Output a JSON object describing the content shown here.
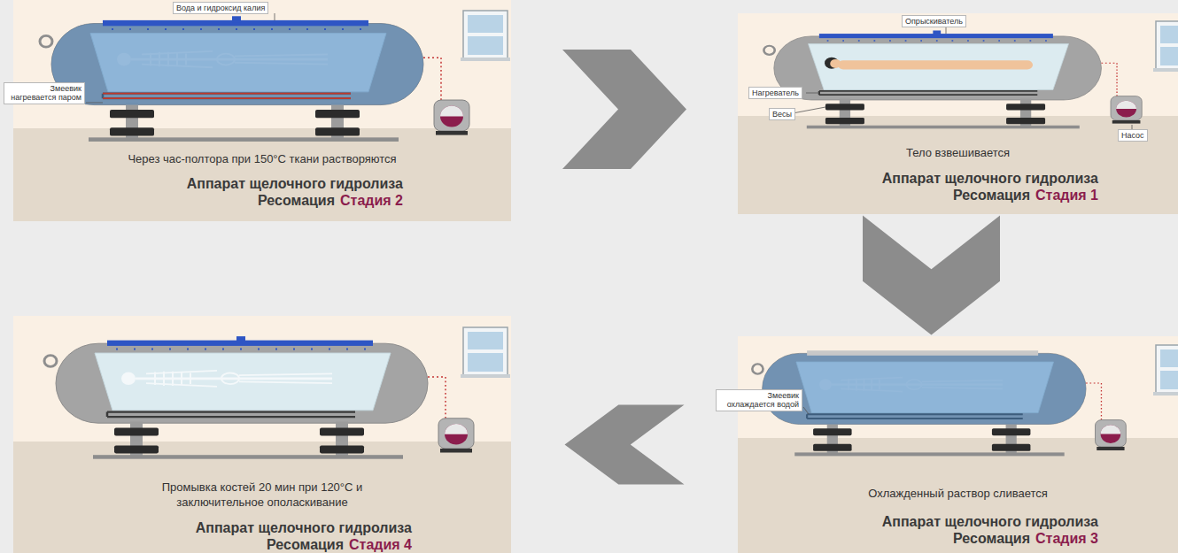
{
  "diagram": {
    "nodes": [
      {
        "text": [
          "Через час-полтора при 150°C ткани растворяются",
          "Аппарат щелочного гидролиза Ресомация",
          "Стадия 2"
        ]
      },
      {
        "text": [
          "Тело взвешивается",
          "Аппарат щелочного гидролиза Ресомация",
          "Стадия 1"
        ]
      },
      {
        "text": [
          "Промывка костей 20 мин при 120°C и заключительное ополаскивание",
          "Аппарат щелочного гидролиза Ресомация",
          "Стадия 4"
        ]
      },
      {
        "text": [
          "Охлажденный раствор сливается",
          "Аппарат щелочного гидролиза Ресомация",
          "Стадия 3"
        ]
      }
    ],
    "edges": [
      {
        "from": 0,
        "to": 1,
        "arrow": "to"
      },
      {
        "from": 1,
        "to": 3,
        "arrow": "to"
      },
      {
        "from": 3,
        "to": 2,
        "arrow": "to"
      }
    ],
    "labels": [
      "Вода и гидроксид калия",
      "Змеевик нагревается паром",
      "Опрыскиватель",
      "Нагреватель",
      "Весы",
      "Насос",
      "Змеевик охлаждается водой"
    ]
  }
}
